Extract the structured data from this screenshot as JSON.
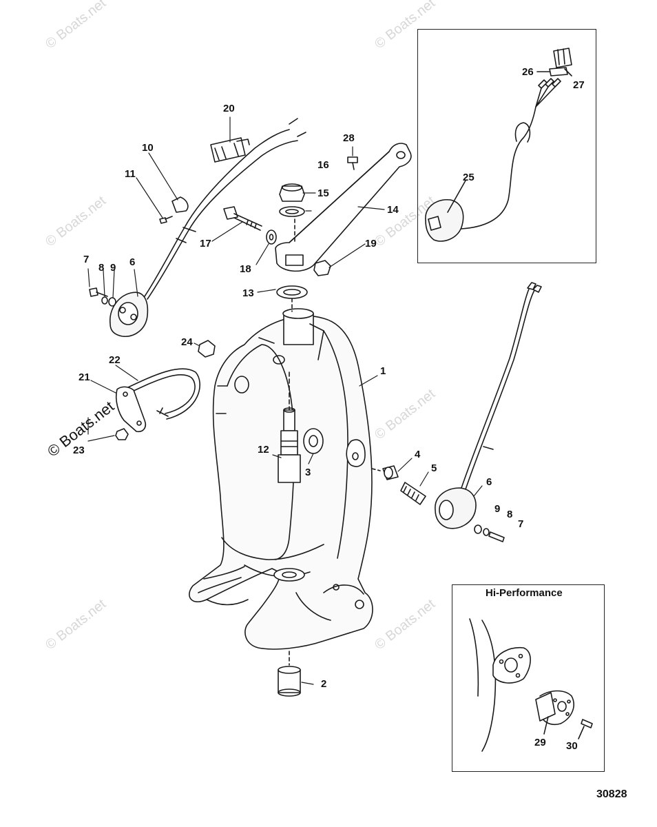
{
  "watermark": "© Boats.net",
  "copyright": "© Boats.net",
  "hi_performance_title": "Hi-Performance",
  "drawing_number": "30828",
  "callouts": {
    "c1": "1",
    "c2": "2",
    "c3": "3",
    "c4": "4",
    "c5": "5",
    "c6a": "6",
    "c6b": "6",
    "c7a": "7",
    "c7b": "7",
    "c8a": "8",
    "c8b": "8",
    "c9a": "9",
    "c9b": "9",
    "c10": "10",
    "c11": "11",
    "c12": "12",
    "c13": "13",
    "c14": "14",
    "c15": "15",
    "c16": "16",
    "c17": "17",
    "c18": "18",
    "c19": "19",
    "c20": "20",
    "c21": "21",
    "c22": "22",
    "c23": "23",
    "c24": "24",
    "c25": "25",
    "c26": "26",
    "c27": "27",
    "c28": "28",
    "c29": "29",
    "c30": "30"
  }
}
